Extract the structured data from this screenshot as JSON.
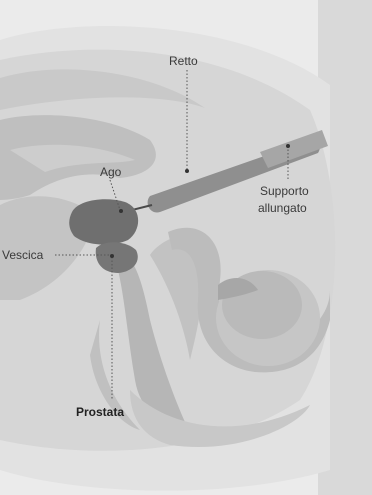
{
  "labels": {
    "retto": "Retto",
    "ago": "Ago",
    "supporto_line1": "Supporto",
    "supporto_line2": "allungato",
    "vescica": "Vescica",
    "prostata": "Prostata"
  },
  "colors": {
    "background": "#ebebeb",
    "tissue_light": "#d3d3d3",
    "tissue_mid": "#bdbdbd",
    "tissue_dark": "#9e9e9e",
    "organ_dark": "#6c6c6c",
    "probe": "#8e8e8e",
    "leader_line": "#555555",
    "text": "#3a3a3a"
  }
}
